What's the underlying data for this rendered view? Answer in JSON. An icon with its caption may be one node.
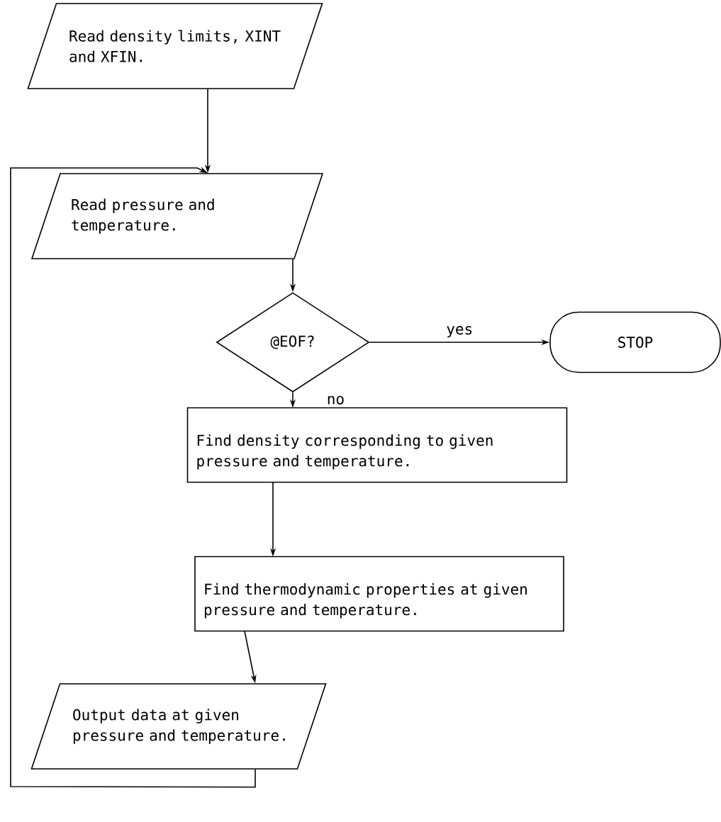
{
  "diagram": {
    "nodes": [
      {
        "text": [
          "Read density limits, XINT and XFIN."
        ]
      },
      {
        "text": [
          "Read pressure and temperature."
        ]
      },
      {
        "text": [
          "@EOF?"
        ]
      },
      {
        "text": [
          "STOP"
        ]
      },
      {
        "text": [
          "Find density corresponding to given pressure and temperature."
        ]
      },
      {
        "text": [
          "Find thermodynamic properties at given pressure and temperature."
        ]
      },
      {
        "text": [
          "Output data at given pressure and temperature."
        ]
      }
    ],
    "edges": [
      {
        "from": 0,
        "to": 1,
        "arrow": "to"
      },
      {
        "from": 1,
        "to": 2,
        "arrow": "to"
      },
      {
        "from": 2,
        "to": 3,
        "arrow": "to",
        "label": "yes"
      },
      {
        "from": 2,
        "to": 4,
        "arrow": "to",
        "label": "no"
      },
      {
        "from": 4,
        "to": 5,
        "arrow": "to"
      },
      {
        "from": 5,
        "to": 6,
        "arrow": "to"
      },
      {
        "from": 6,
        "to": 1,
        "arrow": "to"
      }
    ]
  }
}
